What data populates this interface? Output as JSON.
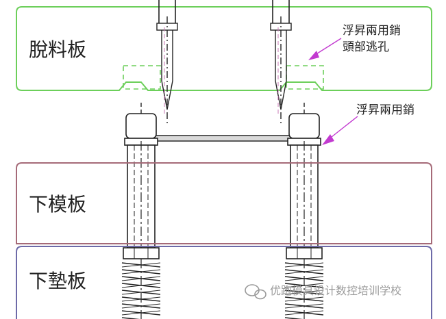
{
  "labels": {
    "stripper_plate": "脫料板",
    "lower_die_plate": "下模板",
    "lower_pad_plate": "下墊板"
  },
  "callouts": {
    "head_relief_line1": "浮昇兩用銷",
    "head_relief_line2": "頭部逃孔",
    "lifter_pin": "浮昇兩用銷"
  },
  "watermark": {
    "text": "优跑模具设计数控培训学校"
  },
  "colors": {
    "stripper_plate": "#6ccf5a",
    "lower_die_plate": "#a56a78",
    "lower_pad_plate": "#6d6aa8",
    "outline": "#222222",
    "centerline": "#333333",
    "callout_arrow": "#c23ad0",
    "pin_centerline": "#c878b4",
    "watermark": "#9a9a9a"
  }
}
